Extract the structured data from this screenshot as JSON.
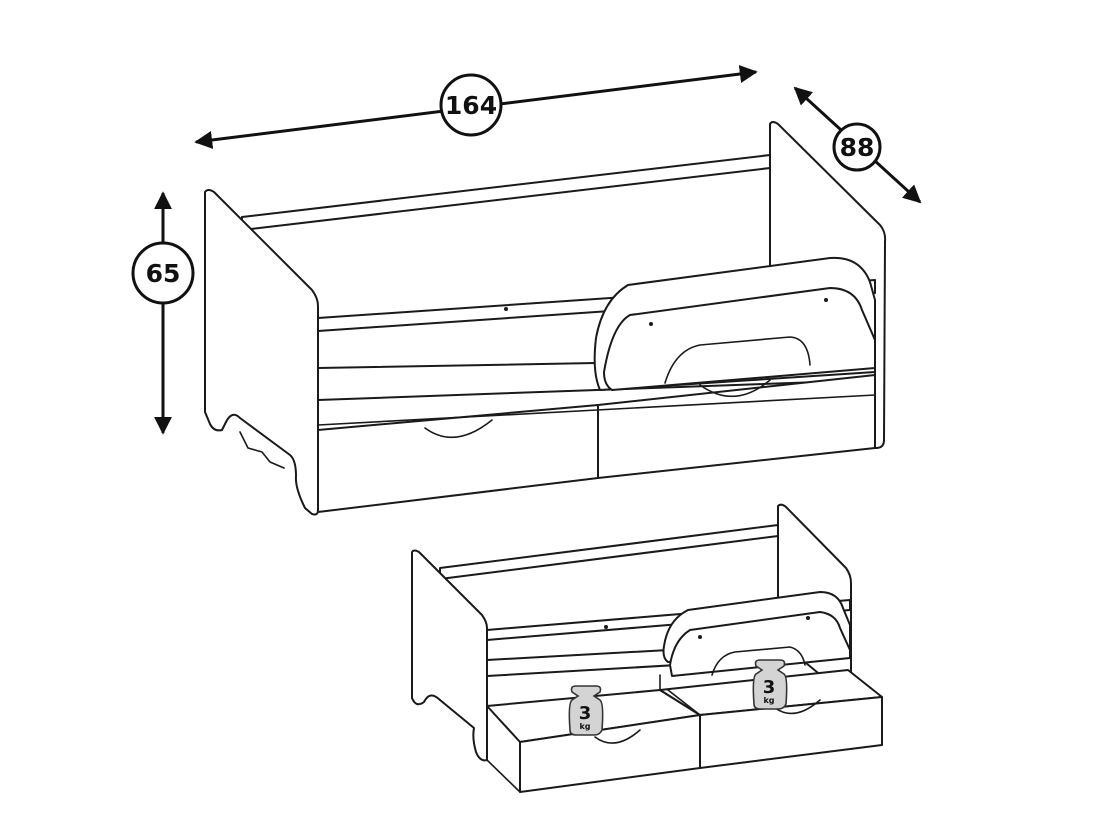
{
  "dimensions": {
    "length": "164",
    "depth": "88",
    "height": "65"
  },
  "weight_tags": [
    {
      "value": "3",
      "unit": "kg"
    },
    {
      "value": "3",
      "unit": "kg"
    }
  ],
  "colors": {
    "line": "#1a1a1a",
    "weight_tag_fill": "#d4d4d4",
    "background": "#ffffff"
  }
}
